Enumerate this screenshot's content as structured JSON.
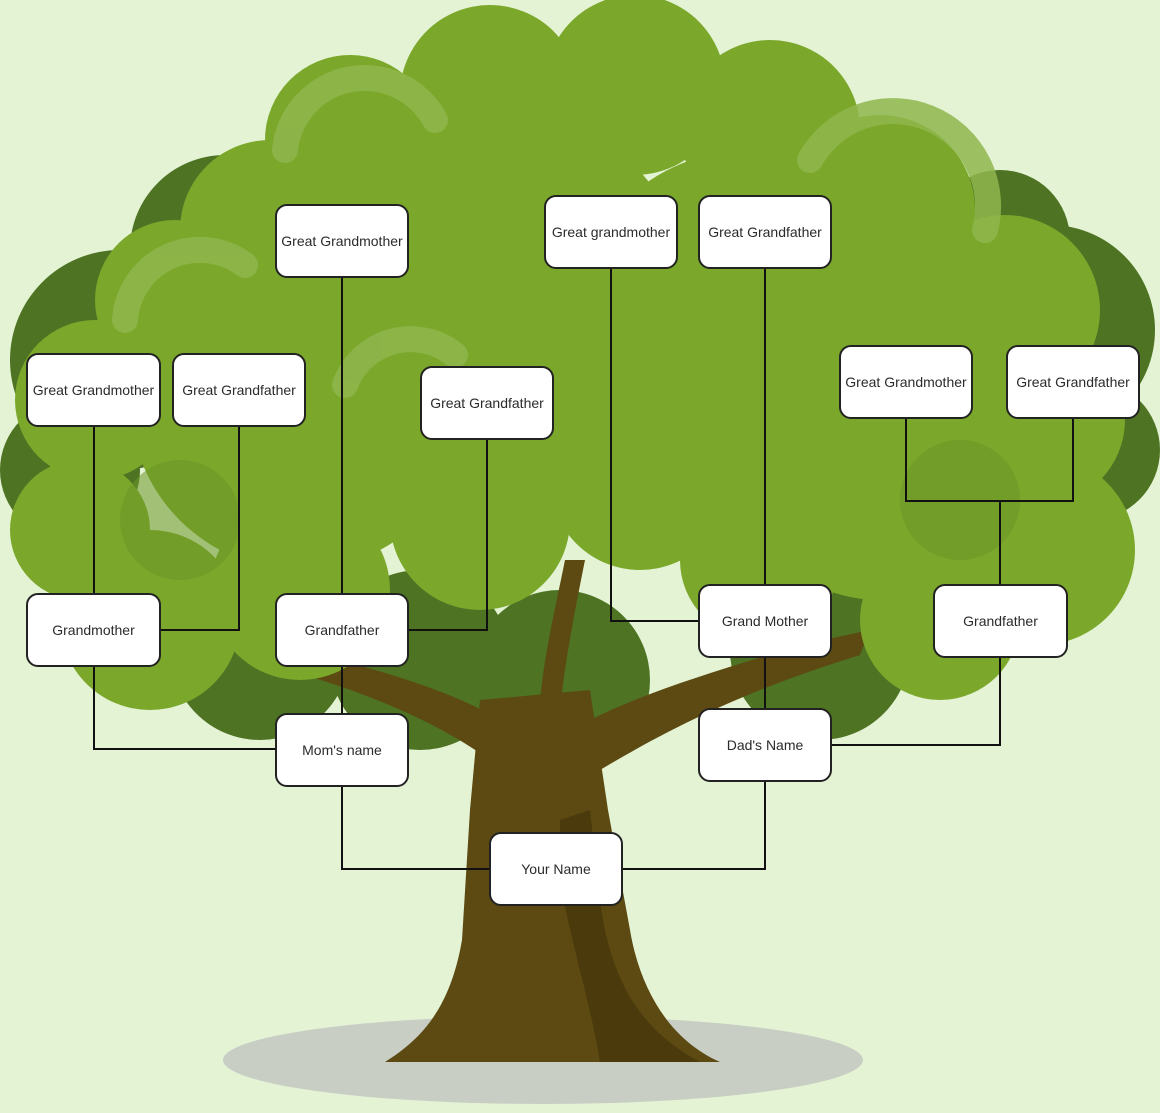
{
  "colors": {
    "background": "#e4f3d4",
    "foliage_light": "#7ba72b",
    "foliage_mid": "#6c9628",
    "foliage_dark": "#4d7323",
    "highlight": "#8fb64c",
    "trunk": "#5c4a12",
    "trunk_shadow": "#4a3a0c",
    "ground_shadow": "#c9cec5",
    "box_border": "#222222",
    "line": "#111111"
  },
  "tree": {
    "great_grandmother_1": "Great Grandmother",
    "great_grandfather_1": "Great Grandfather",
    "great_grandmother_2": "Great Grandmother",
    "great_grandfather_2": "Great Grandfather",
    "great_grandmother_3": "Great grandmother",
    "great_grandfather_3": "Great Grandfather",
    "great_grandmother_4": "Great Grandmother",
    "great_grandfather_4": "Great Grandfather",
    "grandmother_maternal": "Grandmother",
    "grandfather_maternal": "Grandfather",
    "grandmother_paternal": "Grand Mother",
    "grandfather_paternal": "Grandfather",
    "mom": "Mom's name",
    "dad": "Dad's Name",
    "you": "Your Name"
  }
}
